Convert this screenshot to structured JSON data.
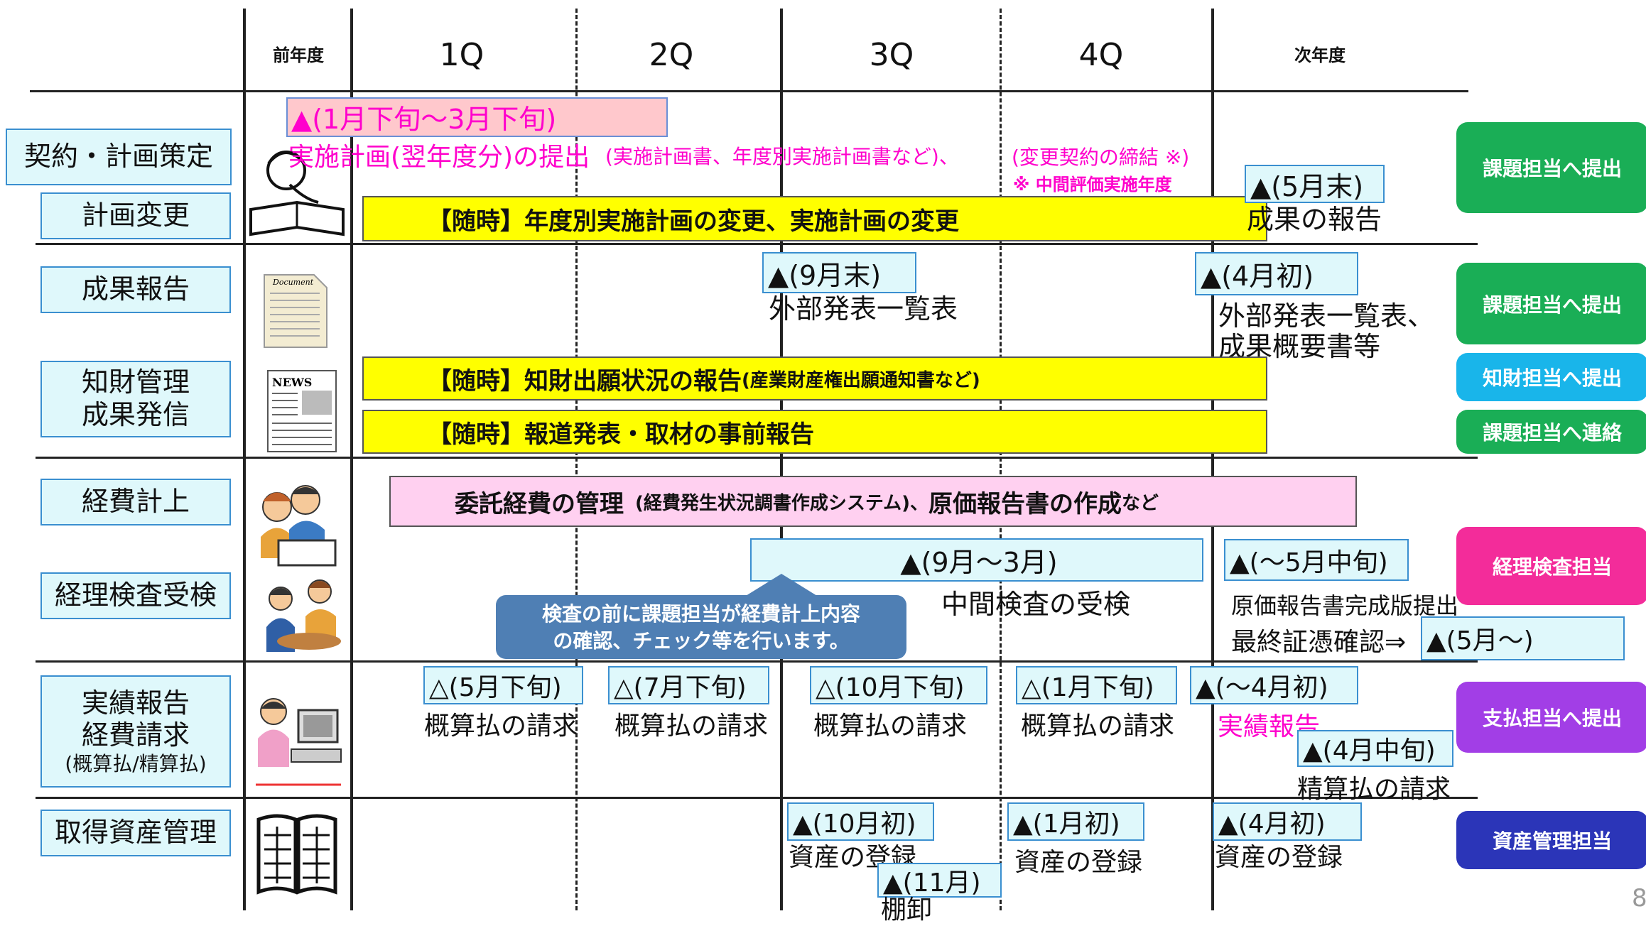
{
  "header": {
    "prev_year": "前年度",
    "q1": "1Q",
    "q2": "2Q",
    "q3": "3Q",
    "q4": "4Q",
    "next_year": "次年度"
  },
  "categories": {
    "contract": "契約・計画策定",
    "plan_change": "計画変更",
    "results_report": "成果報告",
    "ip_mgmt": "知財管理\n成果発信",
    "expense": "経費計上",
    "audit": "経理検査受検",
    "performance": "実績報告\n経費請求",
    "performance_sub": "(概算払/精算払)",
    "assets": "取得資産管理"
  },
  "items": {
    "contract_period": "▲(1月下旬～3月下旬)",
    "contract_submit_main": "実施計画(翌年度分)の提出",
    "contract_submit_sub": "(実施計画書、年度別実施計画書など)、",
    "contract_change": "(変更契約の締結 ※)",
    "contract_note": "※ 中間評価実施年度",
    "plan_change_bar": "【随時】年度別実施計画の変更、実施計画の変更",
    "may_end": "▲(5月末)",
    "results_reporting": "成果の報告",
    "sept_end": "▲(9月末)",
    "external_list": "外部発表一覧表",
    "april_early": "▲(4月初)",
    "external_list2": "外部発表一覧表、",
    "summary_docs": "成果概要書等",
    "ip_bar_main": "【随時】知財出願状況の報告",
    "ip_bar_sub": "(産業財産権出願通知書など)",
    "press_bar": "【随時】報道発表・取材の事前報告",
    "expense_bar_main": "委託経費の管理",
    "expense_bar_sub": "(経費発生状況調書作成システム)、",
    "expense_bar_main2": "原価報告書の作成",
    "expense_bar_end": "など",
    "interim_period": "▲(9月～3月)",
    "interim_audit": "中間検査の受検",
    "callout": "検査の前に課題担当が経費計上内容\nの確認、チェック等を行います。",
    "mid_may": "▲(～5月中旬)",
    "cost_report": "原価報告書完成版提出",
    "final_check": "最終証憑確認⇒",
    "may_onward": "▲(5月～)",
    "late_may": "△(5月下旬)",
    "late_jul": "△(7月下旬)",
    "late_oct": "△(10月下旬)",
    "late_jan": "△(1月下旬)",
    "early_apr2": "▲(～4月初)",
    "approx_claim": "概算払の請求",
    "perf_report": "実績報告",
    "mid_apr": "▲(4月中旬)",
    "final_claim": "精算払の請求",
    "oct_early": "▲(10月初)",
    "asset_reg": "資産の登録",
    "nov": "▲(11月)",
    "inventory": "棚卸",
    "jan_early": "▲(1月初)",
    "apr_early3": "▲(4月初)"
  },
  "pills": {
    "p1": "課題担当へ提出",
    "p2": "課題担当へ提出",
    "p3": "知財担当へ提出",
    "p4": "課題担当へ連絡",
    "p5": "経理検査担当",
    "p6": "支払担当へ提出",
    "p7": "資産管理担当"
  },
  "colors": {
    "green": "#1aae56",
    "cyan": "#19b5ea",
    "pink": "#f32c9a",
    "purple": "#a23ee6",
    "navy": "#2b35b8",
    "magenta": "#ff00cc",
    "callout": "#4f7fb4"
  },
  "page_number": "8"
}
